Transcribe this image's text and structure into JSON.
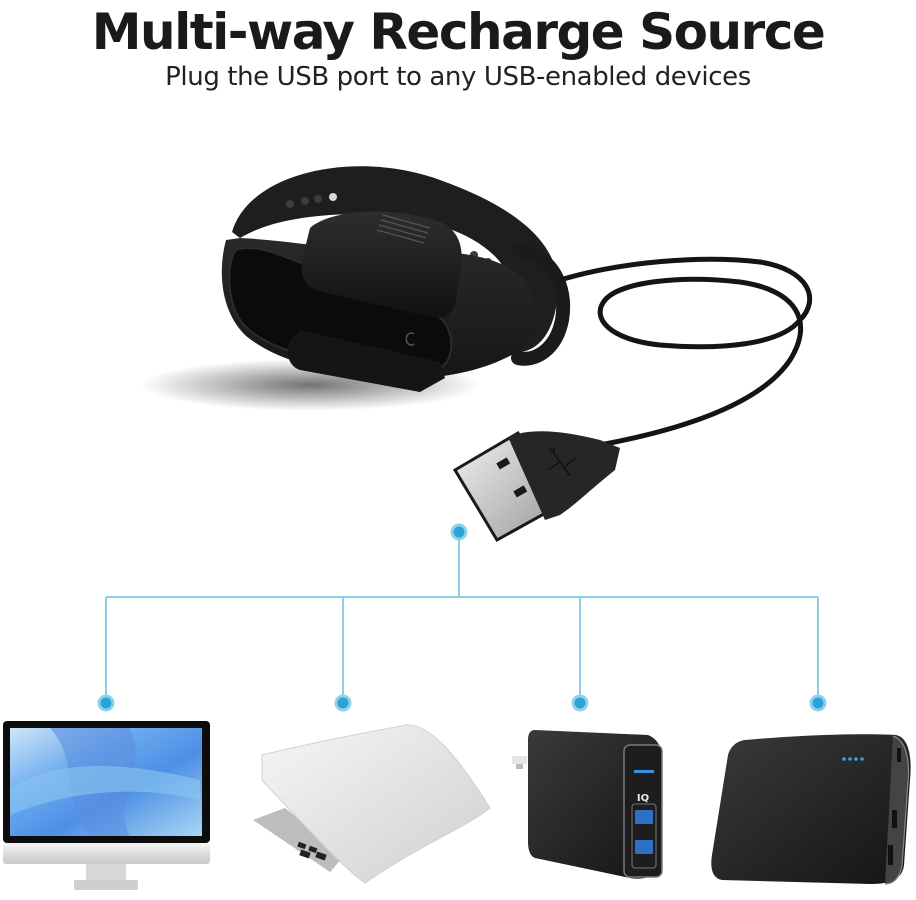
{
  "header": {
    "title": "Multi-way Recharge Source",
    "subtitle": "Plug the USB port to any USB-enabled devices"
  },
  "colors": {
    "text": "#1a1a1a",
    "connector_line": "#8ecde3",
    "node_outer": "#8fd2ea",
    "node_inner": "#2ba3d6",
    "product_black": "#1c1c1c",
    "screen_blue": "#6fb4ea",
    "charger_led": "#3a8de0"
  },
  "product": {
    "name": "fitness-band-charging-clip",
    "parts": [
      "fitness-band",
      "charging-clip",
      "usb-cable",
      "usb-a-plug"
    ],
    "usb_logo_icon": "usb-trident-icon"
  },
  "diagram": {
    "source_node": "usb-plug-node",
    "targets": [
      {
        "id": "desktop-computer",
        "icon": "desktop-monitor-icon"
      },
      {
        "id": "laptop",
        "icon": "laptop-icon"
      },
      {
        "id": "wall-charger",
        "icon": "wall-charger-icon",
        "label": "IQ"
      },
      {
        "id": "power-bank",
        "icon": "power-bank-icon",
        "led_count": 4
      }
    ]
  }
}
